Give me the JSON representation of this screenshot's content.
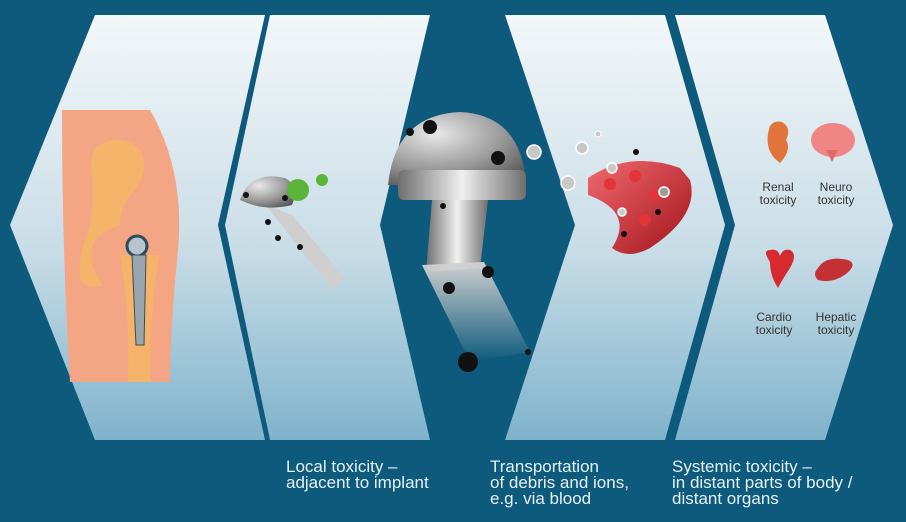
{
  "panels": [
    {
      "id": "hip",
      "caption": []
    },
    {
      "id": "local",
      "caption": [
        "Local toxicity –",
        "adjacent to implant"
      ]
    },
    {
      "id": "implant",
      "caption": []
    },
    {
      "id": "transport",
      "caption": [
        "Transportation",
        "of debris and ions,",
        "e.g. via blood"
      ]
    },
    {
      "id": "systemic",
      "caption": [
        "Systemic toxicity –",
        "in distant parts of body /",
        "distant organs"
      ]
    }
  ],
  "organs": [
    {
      "name": "kidney",
      "label_line1": "Renal",
      "label_line2": "toxicity"
    },
    {
      "name": "brain",
      "label_line1": "Neuro",
      "label_line2": "toxicity"
    },
    {
      "name": "heart",
      "label_line1": "Cardio",
      "label_line2": "toxicity"
    },
    {
      "name": "liver",
      "label_line1": "Hepatic",
      "label_line2": "toxicity"
    }
  ],
  "colors": {
    "background": "#0d5a7d",
    "panel_top": "#f3f7f9",
    "panel_bottom": "#7fb3cc",
    "caption": "#e6f1f7",
    "skin": "#f4a584",
    "bone": "#f6b36a",
    "blood": "#d8262f",
    "metal": "#a8a8a8",
    "particle": "#111111"
  }
}
